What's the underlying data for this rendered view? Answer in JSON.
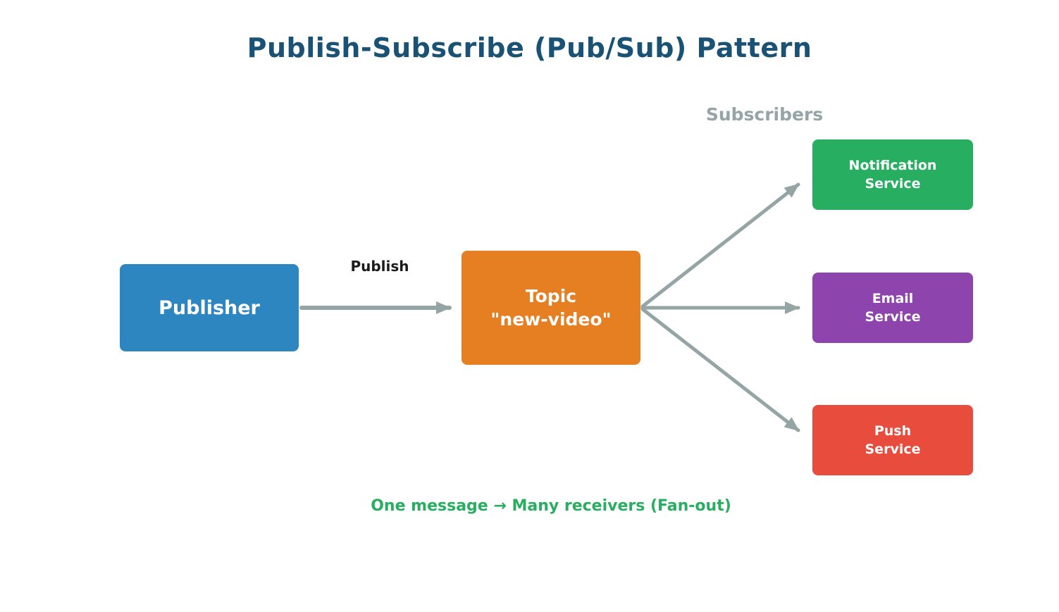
{
  "title": {
    "text": "Publish-Subscribe (Pub/Sub) Pattern",
    "color": "#1A5276"
  },
  "labels": {
    "subscribers": {
      "text": "Subscribers",
      "color": "#95A5A6"
    },
    "publish": {
      "text": "Publish",
      "color": "#1C1C1C"
    },
    "caption": {
      "text": "One message → Many receivers (Fan-out)",
      "color": "#27AE60"
    }
  },
  "nodes": {
    "publisher": {
      "label": "Publisher",
      "color": "#2E86C1"
    },
    "topic": {
      "label_line1": "Topic",
      "label_line2": "\"new-video\"",
      "color": "#E67E22"
    },
    "notification_service": {
      "label_line1": "Notification",
      "label_line2": "Service",
      "color": "#27AE60"
    },
    "email_service": {
      "label_line1": "Email",
      "label_line2": "Service",
      "color": "#8E44AD"
    },
    "push_service": {
      "label_line1": "Push",
      "label_line2": "Service",
      "color": "#E74C3C"
    }
  },
  "edges": {
    "arrow_color": "#95A5A6"
  },
  "background": "#FFFFFF"
}
